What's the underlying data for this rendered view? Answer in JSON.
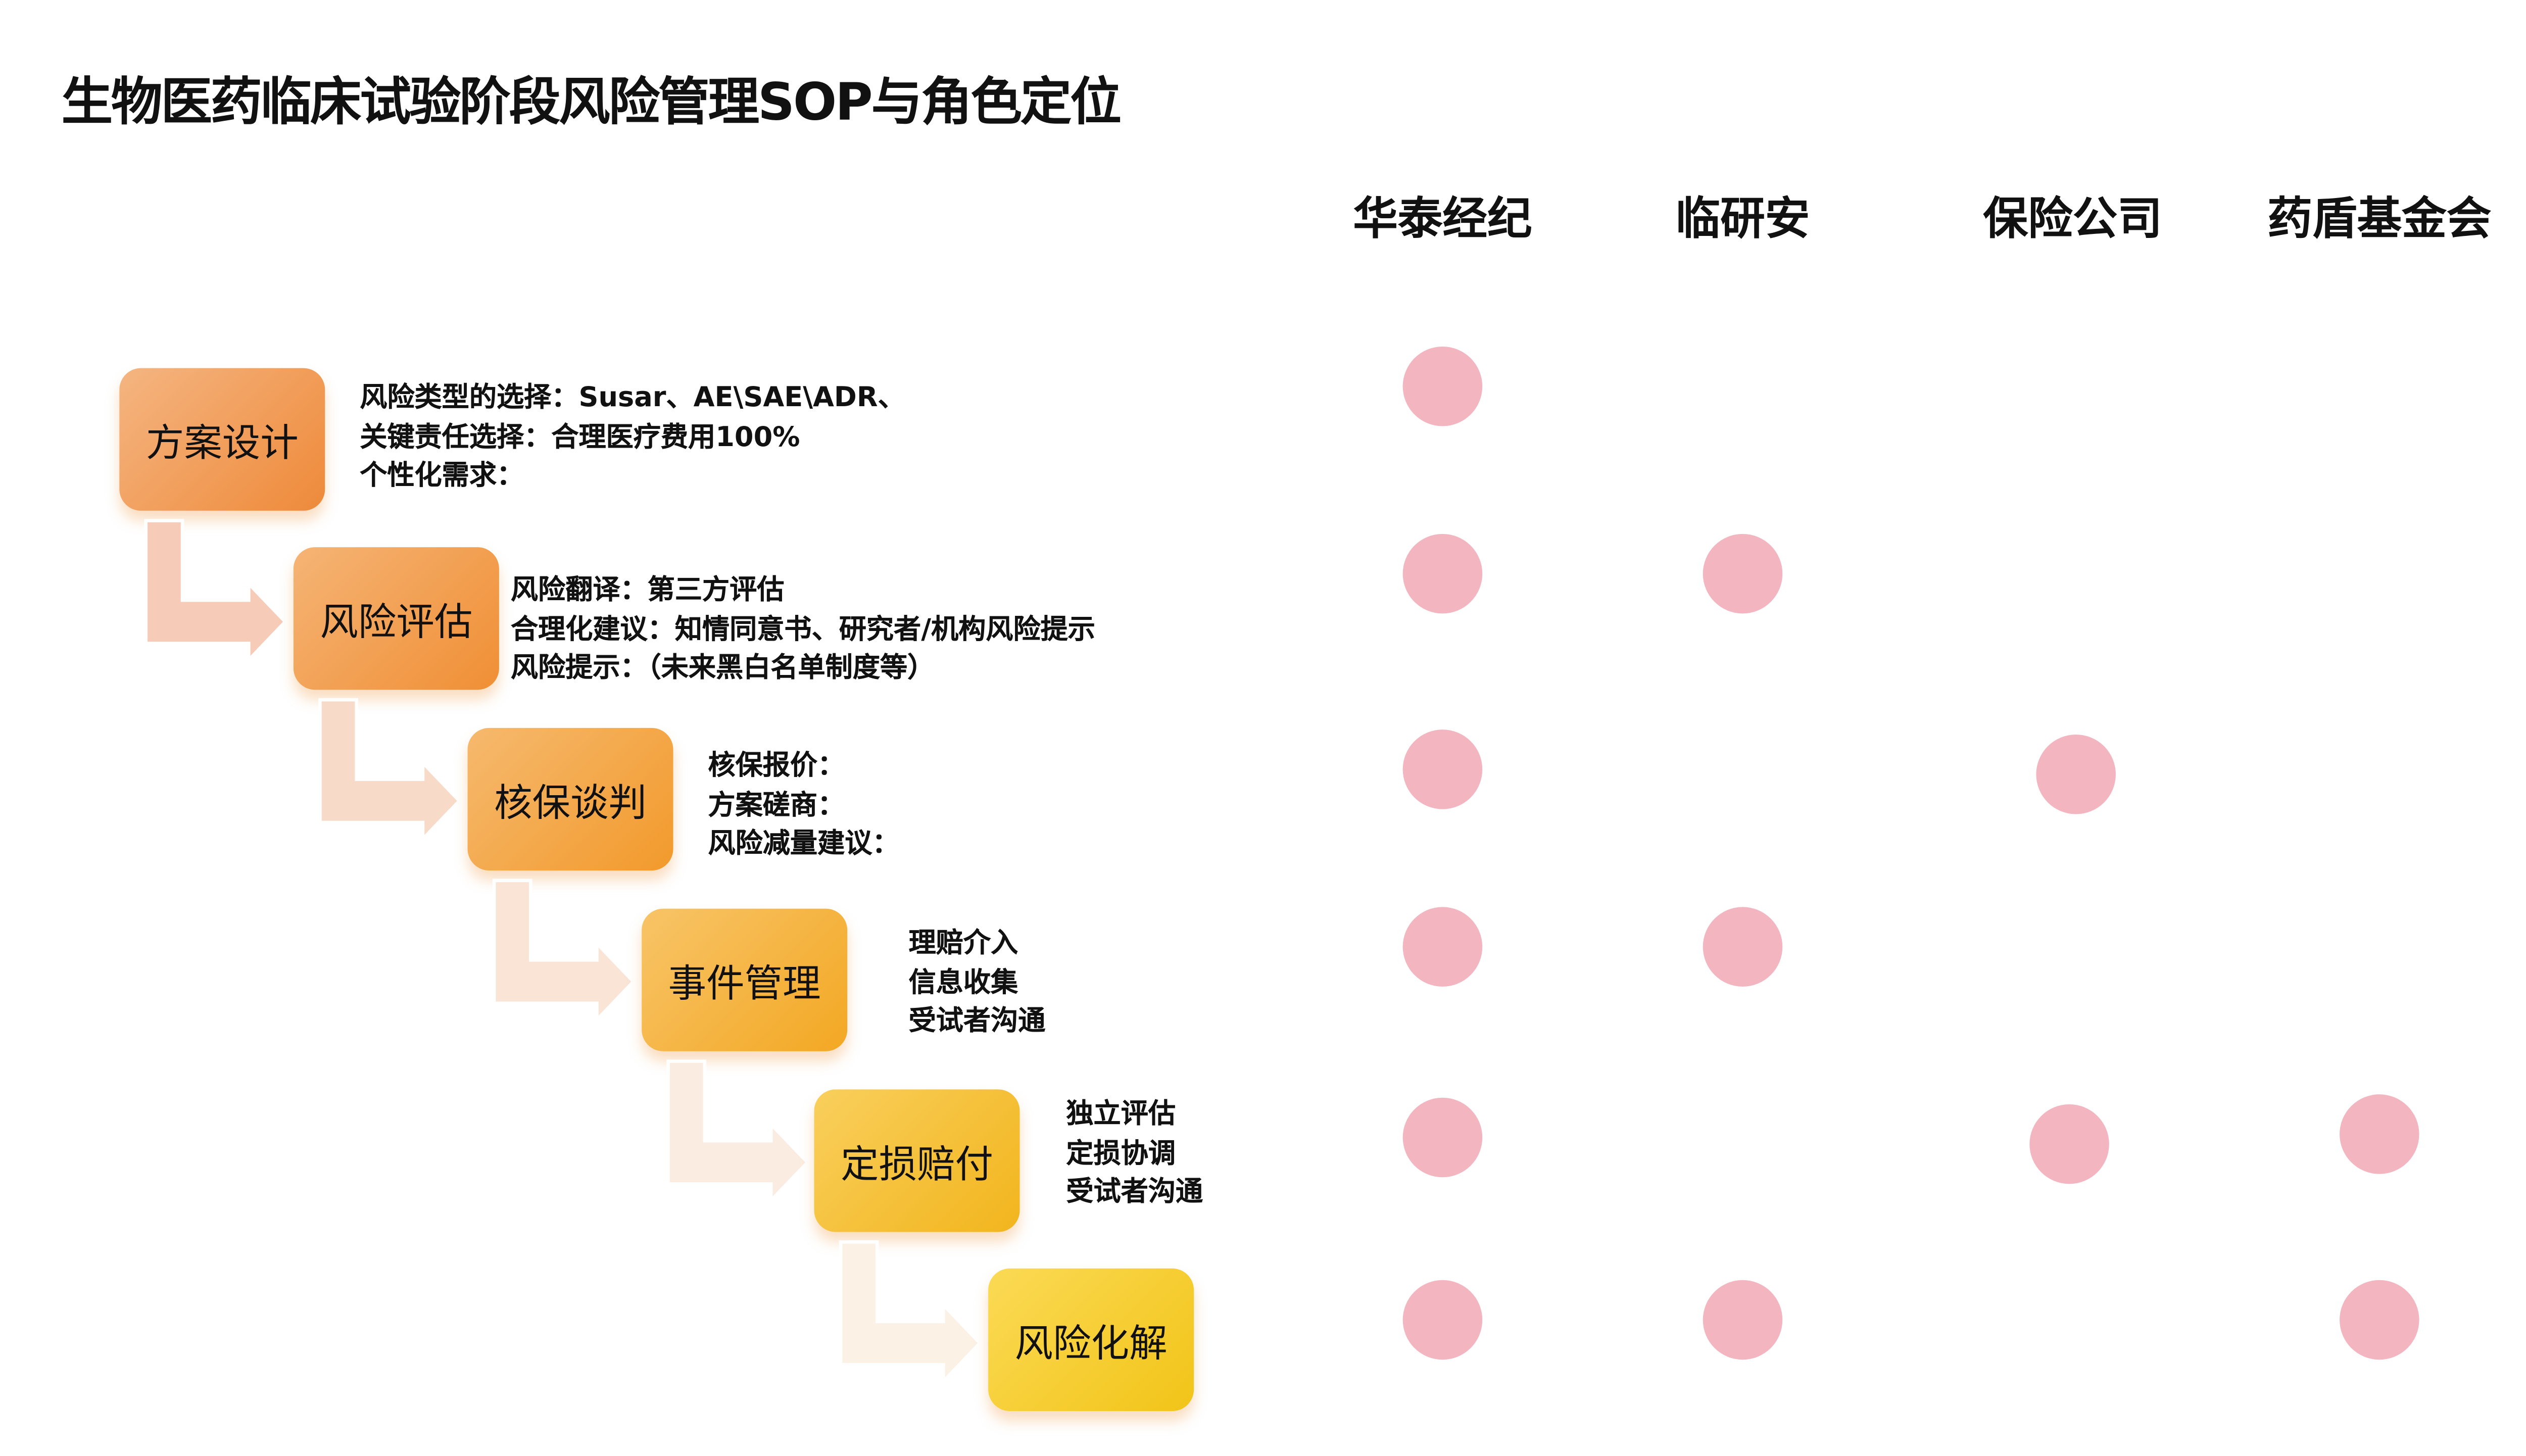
{
  "title": "生物医药临床试验阶段风险管理SOP与角色定位",
  "roles": [
    "华泰经纪",
    "临研安",
    "保险公司",
    "药盾基金会"
  ],
  "steps": [
    {
      "label": "方案设计",
      "details": [
        "风险类型的选择：Susar、AE\\SAE\\ADR、",
        "关键责任选择：合理医疗费用100%",
        "个性化需求："
      ],
      "participation": [
        true,
        false,
        false,
        false
      ]
    },
    {
      "label": "风险评估",
      "details": [
        "风险翻译：第三方评估",
        "合理化建议：知情同意书、研究者/机构风险提示",
        "风险提示：（未来黑白名单制度等）"
      ],
      "participation": [
        true,
        true,
        false,
        false
      ]
    },
    {
      "label": "核保谈判",
      "details": [
        "核保报价：",
        "方案磋商：",
        "风险减量建议："
      ],
      "participation": [
        true,
        false,
        true,
        false
      ]
    },
    {
      "label": "事件管理",
      "details": [
        "理赔介入",
        "信息收集",
        "受试者沟通"
      ],
      "participation": [
        true,
        true,
        false,
        false
      ]
    },
    {
      "label": "定损赔付",
      "details": [
        "独立评估",
        "定损协调",
        "受试者沟通"
      ],
      "participation": [
        true,
        false,
        true,
        true
      ]
    },
    {
      "label": "风险化解",
      "details": [],
      "participation": [
        true,
        true,
        false,
        true
      ]
    }
  ],
  "colors": {
    "dot": "#f3b6c0",
    "step_start": "#f4a866",
    "step_end": "#f8d040"
  }
}
